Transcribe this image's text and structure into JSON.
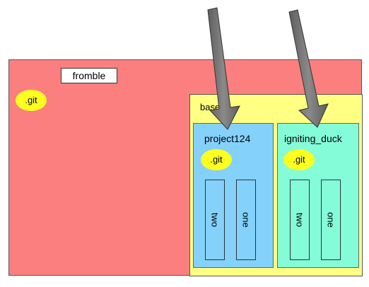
{
  "colors": {
    "fromble_fill": "#fc7f7f",
    "base_fill": "#ffff82",
    "project_fill": "#84d1fc",
    "duck_fill": "#84fcd8",
    "git_badge": "#ffff20",
    "arrow": "#777777"
  },
  "fromble": {
    "label": "fromble",
    "git": ".git"
  },
  "base": {
    "label": "base"
  },
  "project124": {
    "title": "project124",
    "git": ".git",
    "folders": [
      "two",
      "one"
    ]
  },
  "igniting_duck": {
    "title": "igniting_duck",
    "git": ".git",
    "folders": [
      "two",
      "one"
    ]
  }
}
